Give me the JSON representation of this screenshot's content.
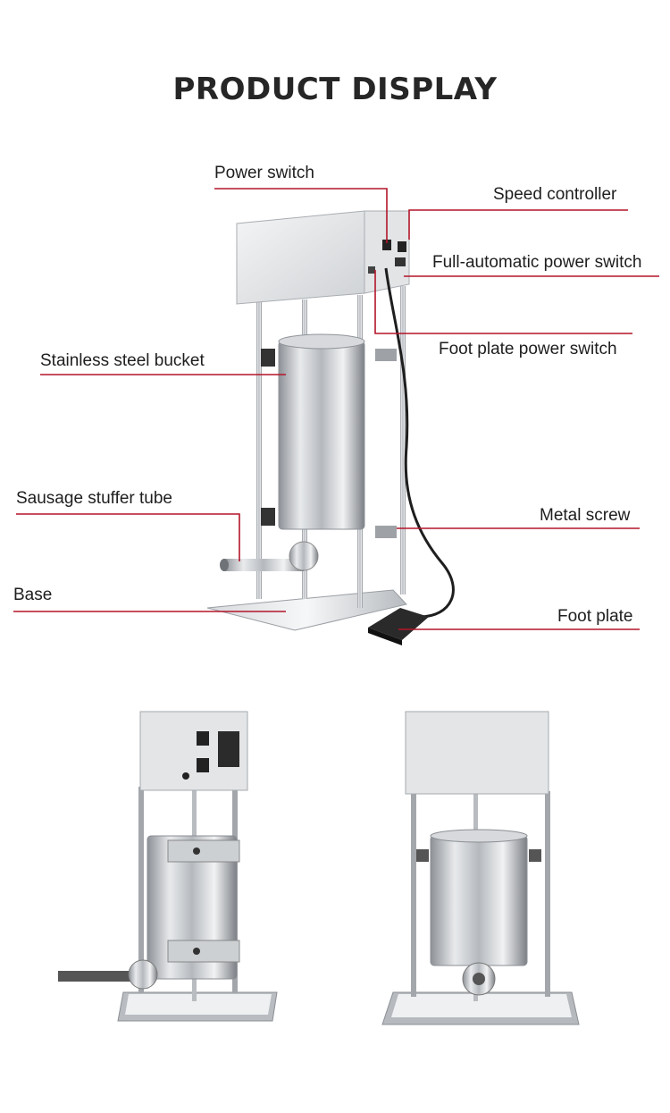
{
  "title": "PRODUCT DISPLAY",
  "labels": {
    "power_switch": "Power switch",
    "speed_controller": "Speed controller",
    "full_auto_switch": "Full-automatic power switch",
    "foot_plate_switch": "Foot plate power switch",
    "bucket": "Stainless steel bucket",
    "tube": "Sausage stuffer tube",
    "metal_screw": "Metal screw",
    "base": "Base",
    "foot_plate": "Foot plate"
  },
  "colors": {
    "leader_line": "#b3152a",
    "steel": "#c9ccd0"
  }
}
